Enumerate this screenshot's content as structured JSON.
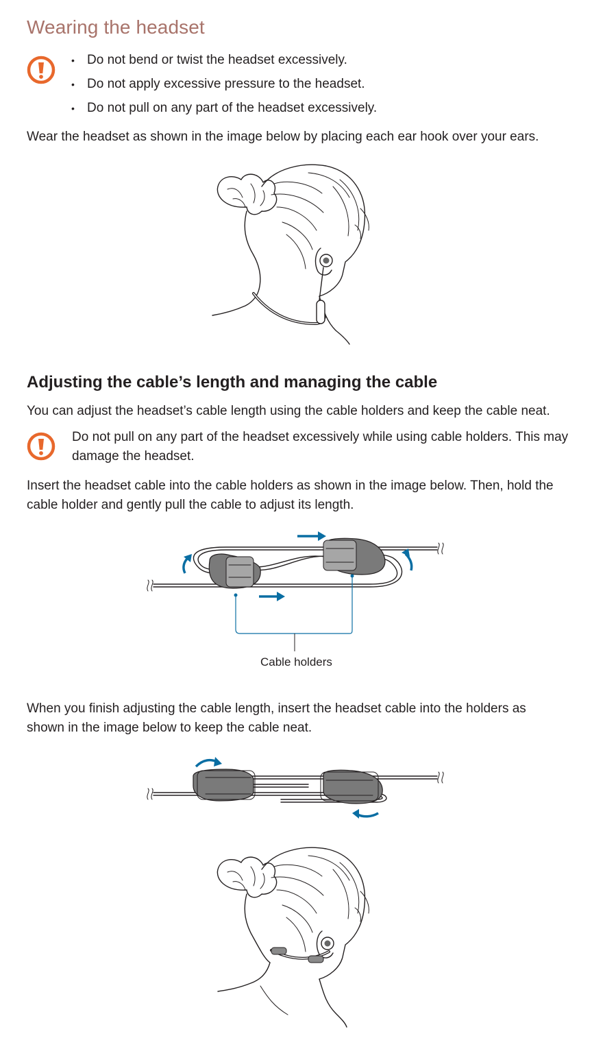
{
  "section1": {
    "title": "Wearing the headset",
    "caution_icon": "caution-icon",
    "bullets": [
      "Do not bend or twist the headset excessively.",
      "Do not apply excessive pressure to the headset.",
      "Do not pull on any part of the headset excessively."
    ],
    "instruction": "Wear the headset as shown in the image below by placing each ear hook over your ears."
  },
  "section2": {
    "title": "Adjusting the cable’s length and managing the cable",
    "intro": "You can adjust the headset’s cable length using the cable holders and keep the cable neat.",
    "caution_icon": "caution-icon",
    "caution_lines": [
      "Do not pull on any part of the headset excessively while using cable holders. This may",
      "damage the headset."
    ],
    "insert_lines": [
      "Insert the headset cable into the cable holders as shown in the image below. Then, hold the",
      "cable holder and gently pull the cable to adjust its length."
    ],
    "diagram_label": "Cable holders",
    "finish_lines": [
      "When you finish adjusting the cable length, insert the headset cable into the holders as",
      "shown in the image below to keep the cable neat."
    ]
  },
  "colors": {
    "heading": "#a8736a",
    "caution": "#e8682c",
    "arrow": "#0a6ea3",
    "holder": "#707070",
    "text": "#231f20"
  }
}
